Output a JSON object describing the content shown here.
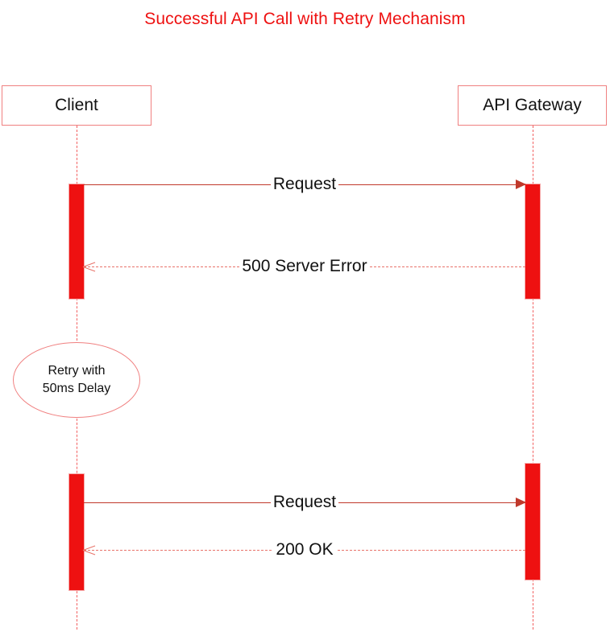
{
  "diagram": {
    "type": "sequence-diagram",
    "title": "Successful API Call with Retry Mechanism",
    "title_color": "#ee1111",
    "accent_color": "#ee1111",
    "border_color": "#f08080",
    "background": "#ffffff",
    "participants": [
      {
        "id": "client",
        "label": "Client"
      },
      {
        "id": "gateway",
        "label": "API Gateway"
      }
    ],
    "messages": [
      {
        "label": "Request",
        "from": "client",
        "to": "gateway",
        "direction": "right",
        "style": "solid",
        "arrow": "filled"
      },
      {
        "label": "500 Server Error",
        "from": "gateway",
        "to": "client",
        "direction": "left",
        "style": "dashed",
        "arrow": "open"
      },
      {
        "label": "Request",
        "from": "client",
        "to": "gateway",
        "direction": "right",
        "style": "solid",
        "arrow": "filled"
      },
      {
        "label": "200 OK",
        "from": "gateway",
        "to": "client",
        "direction": "left",
        "style": "dashed",
        "arrow": "open"
      }
    ],
    "notes": [
      {
        "id": "retry-note",
        "shape": "ellipse",
        "on": "client",
        "line1": "Retry with",
        "line2": "50ms Delay"
      }
    ],
    "activations": [
      {
        "participant": "client",
        "occurrence": 1
      },
      {
        "participant": "gateway",
        "occurrence": 1
      },
      {
        "participant": "client",
        "occurrence": 2
      },
      {
        "participant": "gateway",
        "occurrence": 2
      }
    ]
  }
}
